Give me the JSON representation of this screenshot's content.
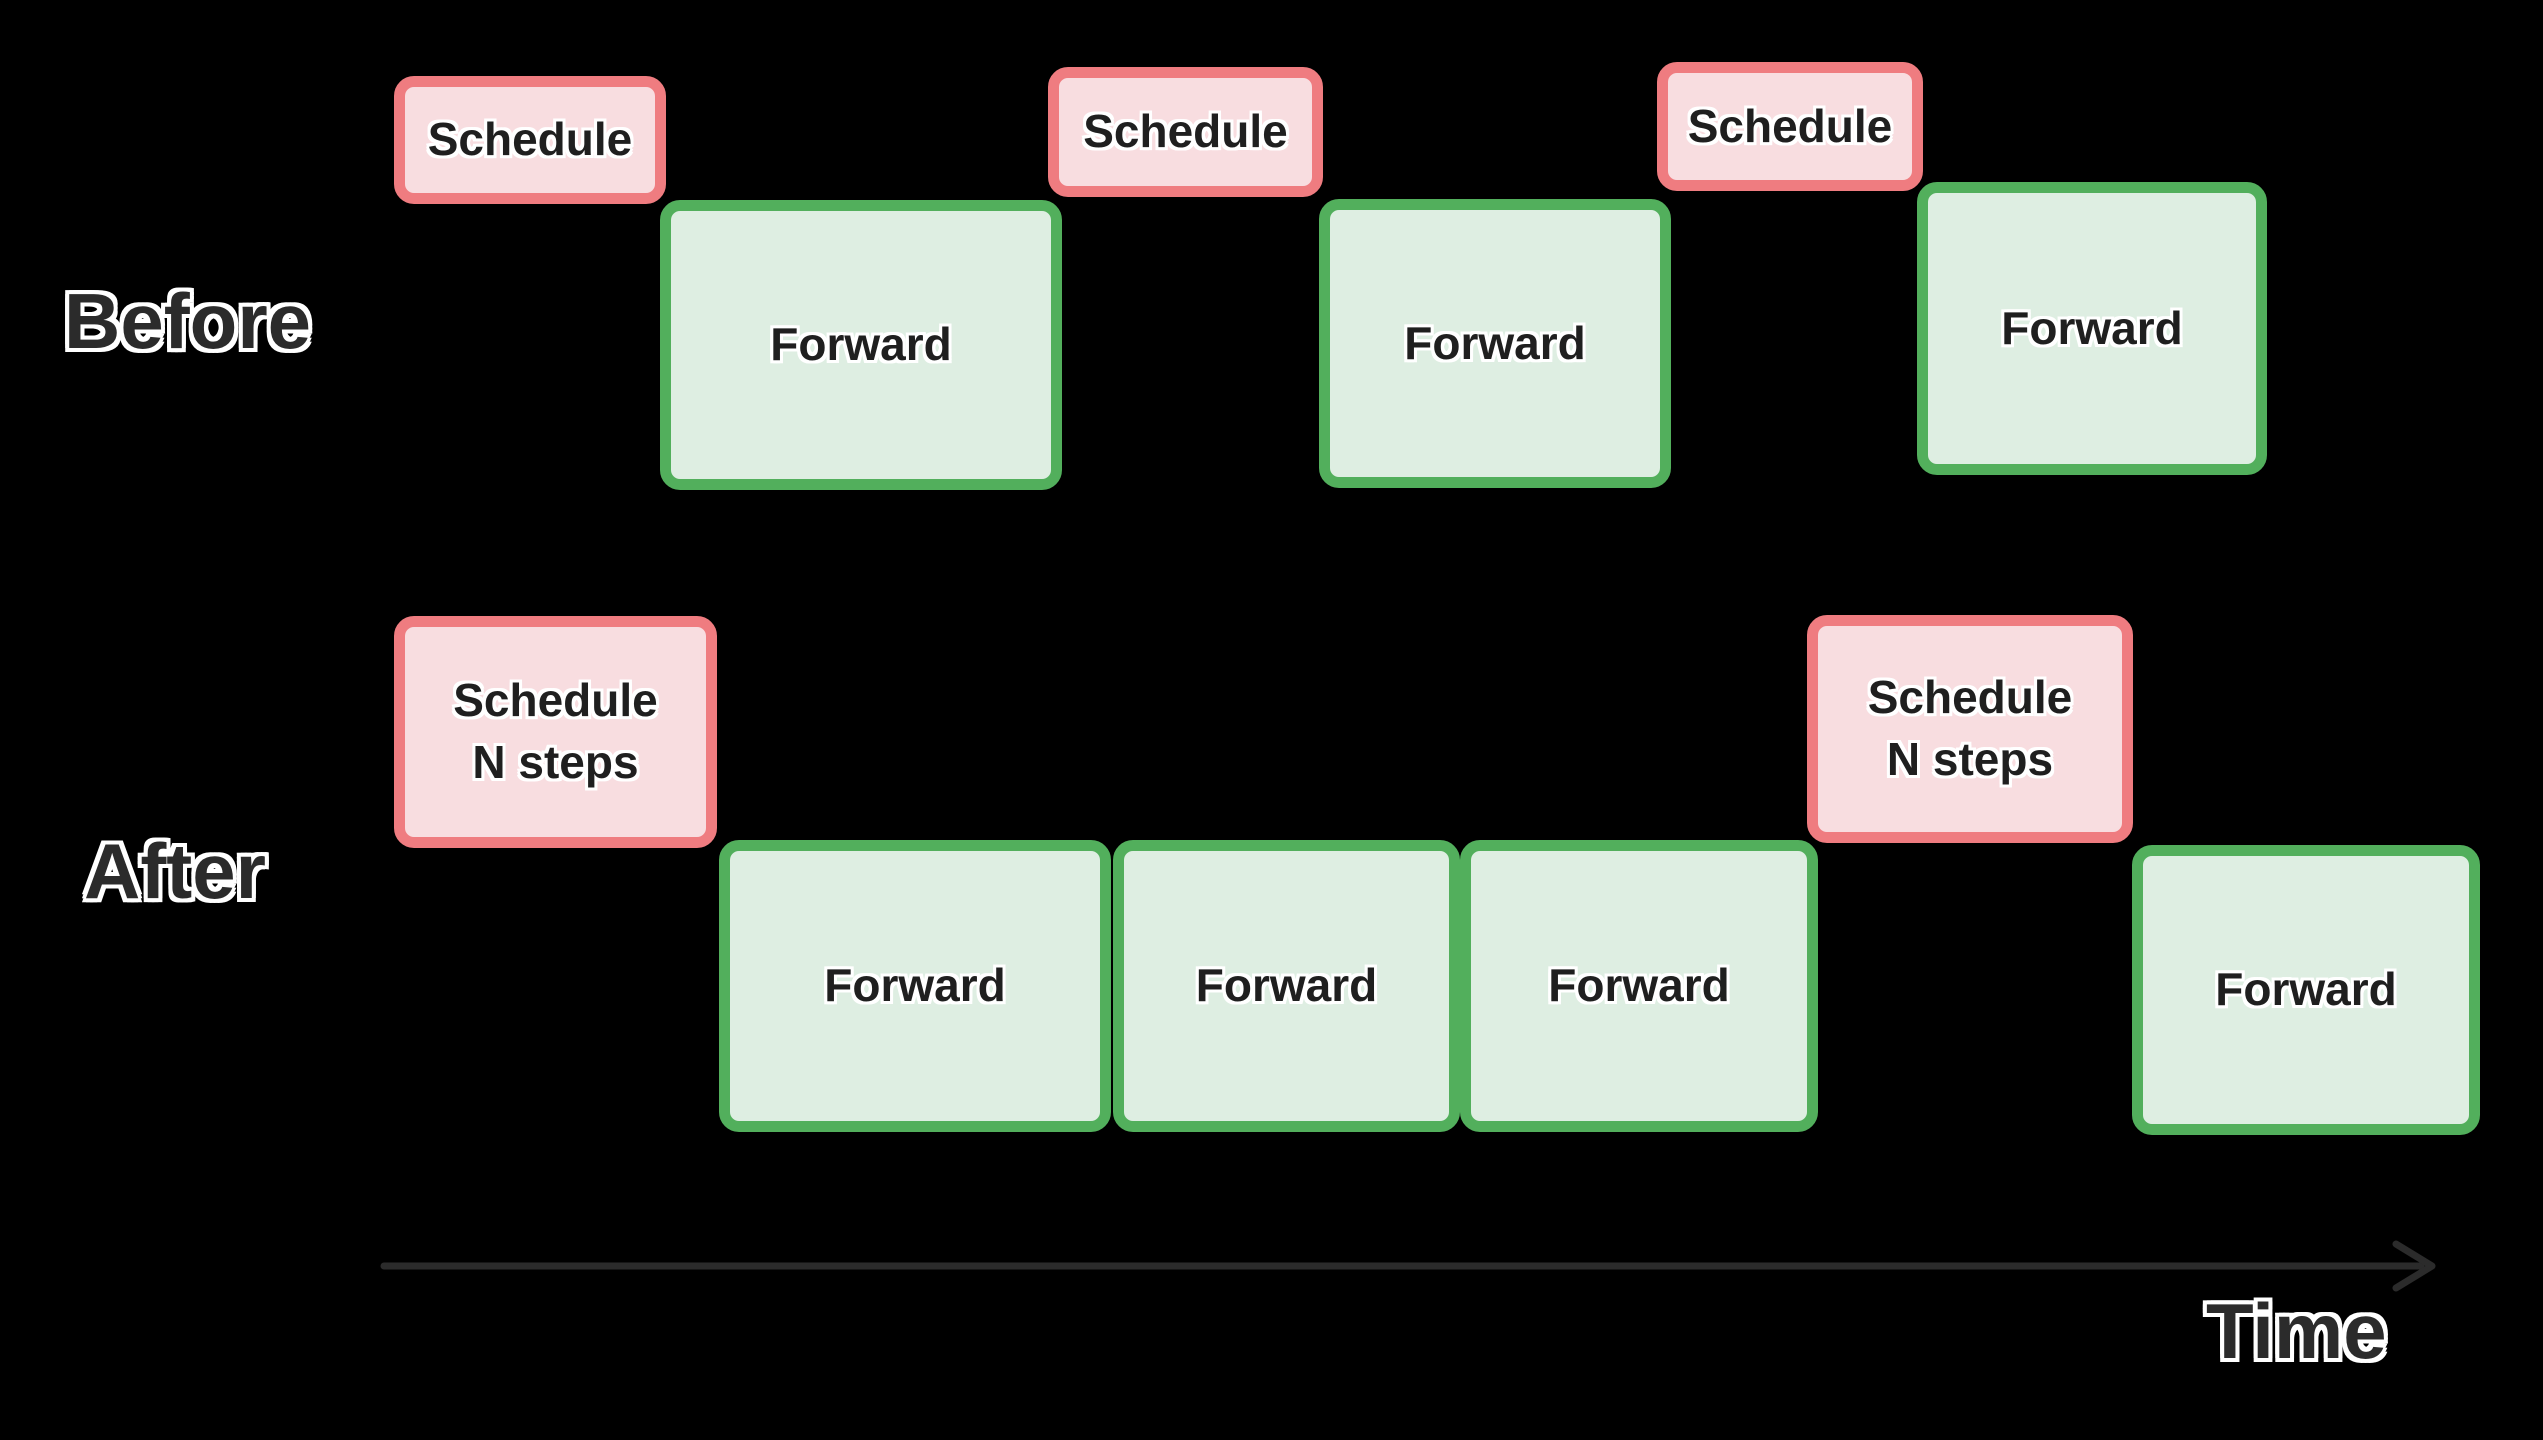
{
  "background": "#000000",
  "palette": {
    "schedule_fill": "#f8dde0",
    "schedule_border": "#ef7c80",
    "forward_fill": "#deeee2",
    "forward_border": "#52af5c",
    "box_text": "#1f1f1f",
    "label_text": "#2b2b2b",
    "label_outline": "#ffffff",
    "arrow": "#2b2b2b"
  },
  "rows": {
    "before": {
      "label": "Before"
    },
    "after": {
      "label": "After"
    }
  },
  "boxes": {
    "before_schedule_1": {
      "label": "Schedule"
    },
    "before_forward_1": {
      "label": "Forward"
    },
    "before_schedule_2": {
      "label": "Schedule"
    },
    "before_forward_2": {
      "label": "Forward"
    },
    "before_schedule_3": {
      "label": "Schedule"
    },
    "before_forward_3": {
      "label": "Forward"
    },
    "after_schedule_1": {
      "line1": "Schedule",
      "line2": "N steps"
    },
    "after_forward_1": {
      "label": "Forward"
    },
    "after_forward_2": {
      "label": "Forward"
    },
    "after_forward_3": {
      "label": "Forward"
    },
    "after_schedule_2": {
      "line1": "Schedule",
      "line2": "N steps"
    },
    "after_forward_4": {
      "label": "Forward"
    }
  },
  "axis": {
    "label": "Time"
  }
}
